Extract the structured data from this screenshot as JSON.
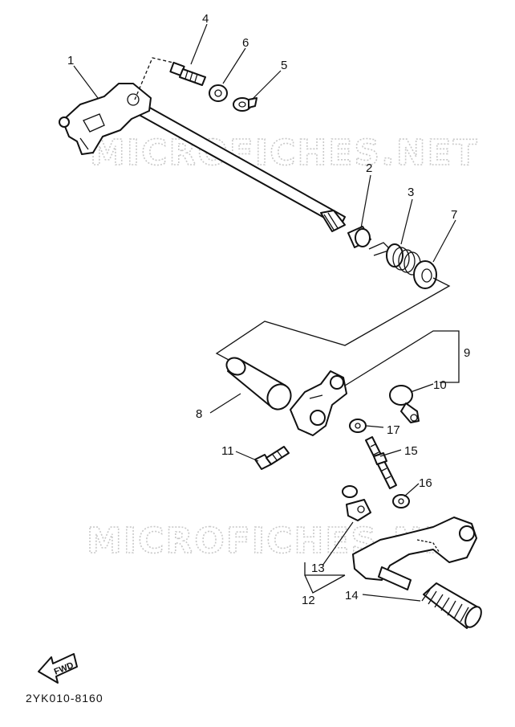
{
  "watermark": "MICROFICHES.NET",
  "diagram_code": "2YK010-8160",
  "fwd_label": "FWD",
  "callouts": [
    "1",
    "2",
    "3",
    "4",
    "5",
    "6",
    "7",
    "8",
    "9",
    "10",
    "11",
    "12",
    "13",
    "14",
    "15",
    "16",
    "17"
  ]
}
